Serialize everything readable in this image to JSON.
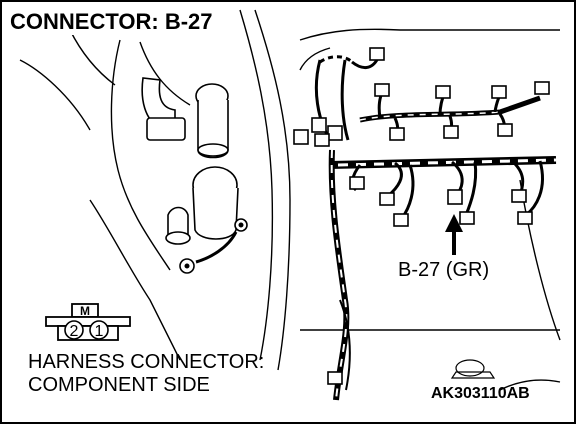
{
  "title": "CONNECTOR: B-27",
  "callout_label": "B-27 (GR)",
  "harness_label_line1": "HARNESS CONNECTOR:",
  "harness_label_line2": "COMPONENT SIDE",
  "figure_code": "AK303110AB",
  "connector_symbol": {
    "key_letter": "M",
    "pins": [
      "2",
      "1"
    ]
  }
}
